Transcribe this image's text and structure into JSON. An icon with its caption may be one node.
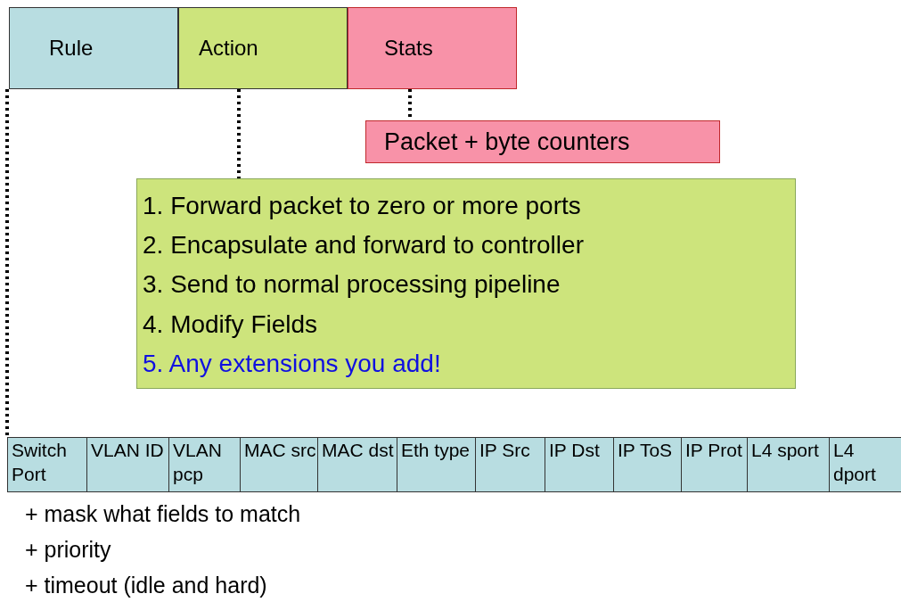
{
  "diagram": {
    "nodes": [
      {
        "text": [
          "Rule"
        ]
      },
      {
        "text": [
          "Action"
        ]
      },
      {
        "text": [
          "Stats"
        ]
      },
      {
        "text": [
          "Packet + byte counters"
        ]
      },
      {
        "text": [
          "1. Forward packet to zero or more ports",
          "2. Encapsulate and forward to controller",
          "3. Send to normal processing pipeline",
          "4. Modify Fields",
          "5. Any extensions you add!"
        ]
      },
      {
        "text": [
          "Switch Port"
        ]
      },
      {
        "text": [
          "VLAN ID"
        ]
      },
      {
        "text": [
          "VLAN pcp"
        ]
      },
      {
        "text": [
          "MAC src"
        ]
      },
      {
        "text": [
          "MAC dst"
        ]
      },
      {
        "text": [
          "Eth type"
        ]
      },
      {
        "text": [
          "IP Src"
        ]
      },
      {
        "text": [
          "IP Dst"
        ]
      },
      {
        "text": [
          "IP ToS"
        ]
      },
      {
        "text": [
          "IP Prot"
        ]
      },
      {
        "text": [
          "L4 sport"
        ]
      },
      {
        "text": [
          "L4 dport"
        ]
      }
    ],
    "edges": [
      {
        "from": 0,
        "to": 5,
        "arrow": "none",
        "style": "dashed"
      },
      {
        "from": 1,
        "to": 4,
        "arrow": "none",
        "style": "dashed"
      },
      {
        "from": 2,
        "to": 3,
        "arrow": "none",
        "style": "dashed"
      }
    ],
    "labels": [
      "+ mask what fields to match",
      "+ priority",
      "+ timeout (idle and hard)"
    ]
  }
}
